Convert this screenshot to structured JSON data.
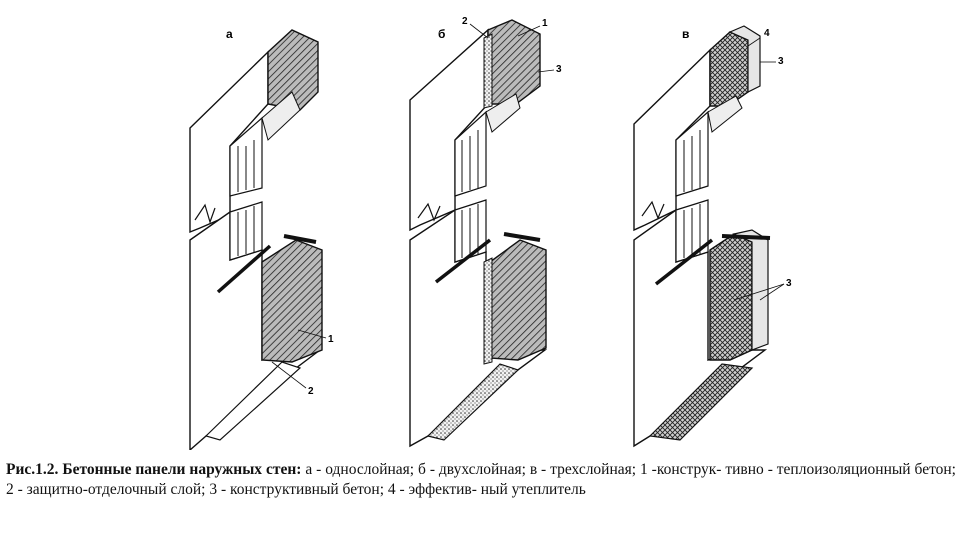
{
  "figure": {
    "panels": [
      {
        "letter": "а",
        "callouts": [
          "1",
          "2"
        ]
      },
      {
        "letter": "б",
        "callouts": [
          "2",
          "1",
          "3"
        ]
      },
      {
        "letter": "в",
        "callouts": [
          "4",
          "3",
          "3"
        ]
      }
    ]
  },
  "caption": {
    "lead": "Рис.1.2. Бетонные панели наружных стен:",
    "body": " а - однослойная; б - двухслойная; в - трехслойная; 1 -конструк- тивно - теплоизоляционный бетон; 2 - защитно-отделочный слой; 3 - конструктивный бетон; 4 - эффектив- ный утеплитель"
  }
}
